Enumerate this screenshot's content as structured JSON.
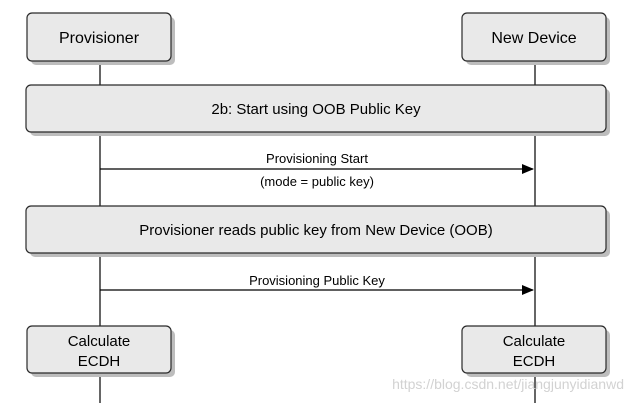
{
  "colors": {
    "box_fill": "#e9e9e9",
    "box_stroke": "#2a2a2a",
    "shadow": "#bdbdbd",
    "line": "#000000",
    "watermark": "#d2d2d2"
  },
  "participants": {
    "left": "Provisioner",
    "right": "New Device"
  },
  "phase_banner": "2b:  Start using OOB Public Key",
  "messages": {
    "start_line1": "Provisioning Start",
    "start_line2": "(mode = public key)",
    "public_key": "Provisioning Public Key"
  },
  "note_banner": "Provisioner reads public key from New Device (OOB)",
  "calc_boxes": {
    "left_line1": "Calculate",
    "left_line2": "ECDH",
    "right_line1": "Calculate",
    "right_line2": "ECDH"
  },
  "watermark": "https://blog.csdn.net/jiangjunyidianwd"
}
